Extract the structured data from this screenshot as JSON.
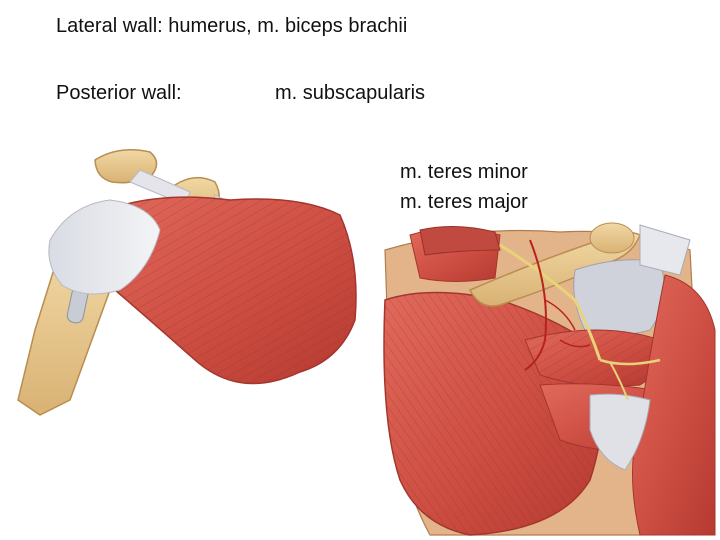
{
  "slide": {
    "line1": "Lateral wall: humerus, m. biceps brachii",
    "line2_label": "Posterior wall:",
    "line2_value": "m. subscapularis",
    "line3": "m. teres minor",
    "line4": "m. teres major"
  },
  "colors": {
    "muscle": "#d2574d",
    "muscle_dark": "#a8342d",
    "tendon": "#e6e6ea",
    "bone": "#e9c98f",
    "nerve": "#e8d27a",
    "vessel": "#b8221d"
  }
}
